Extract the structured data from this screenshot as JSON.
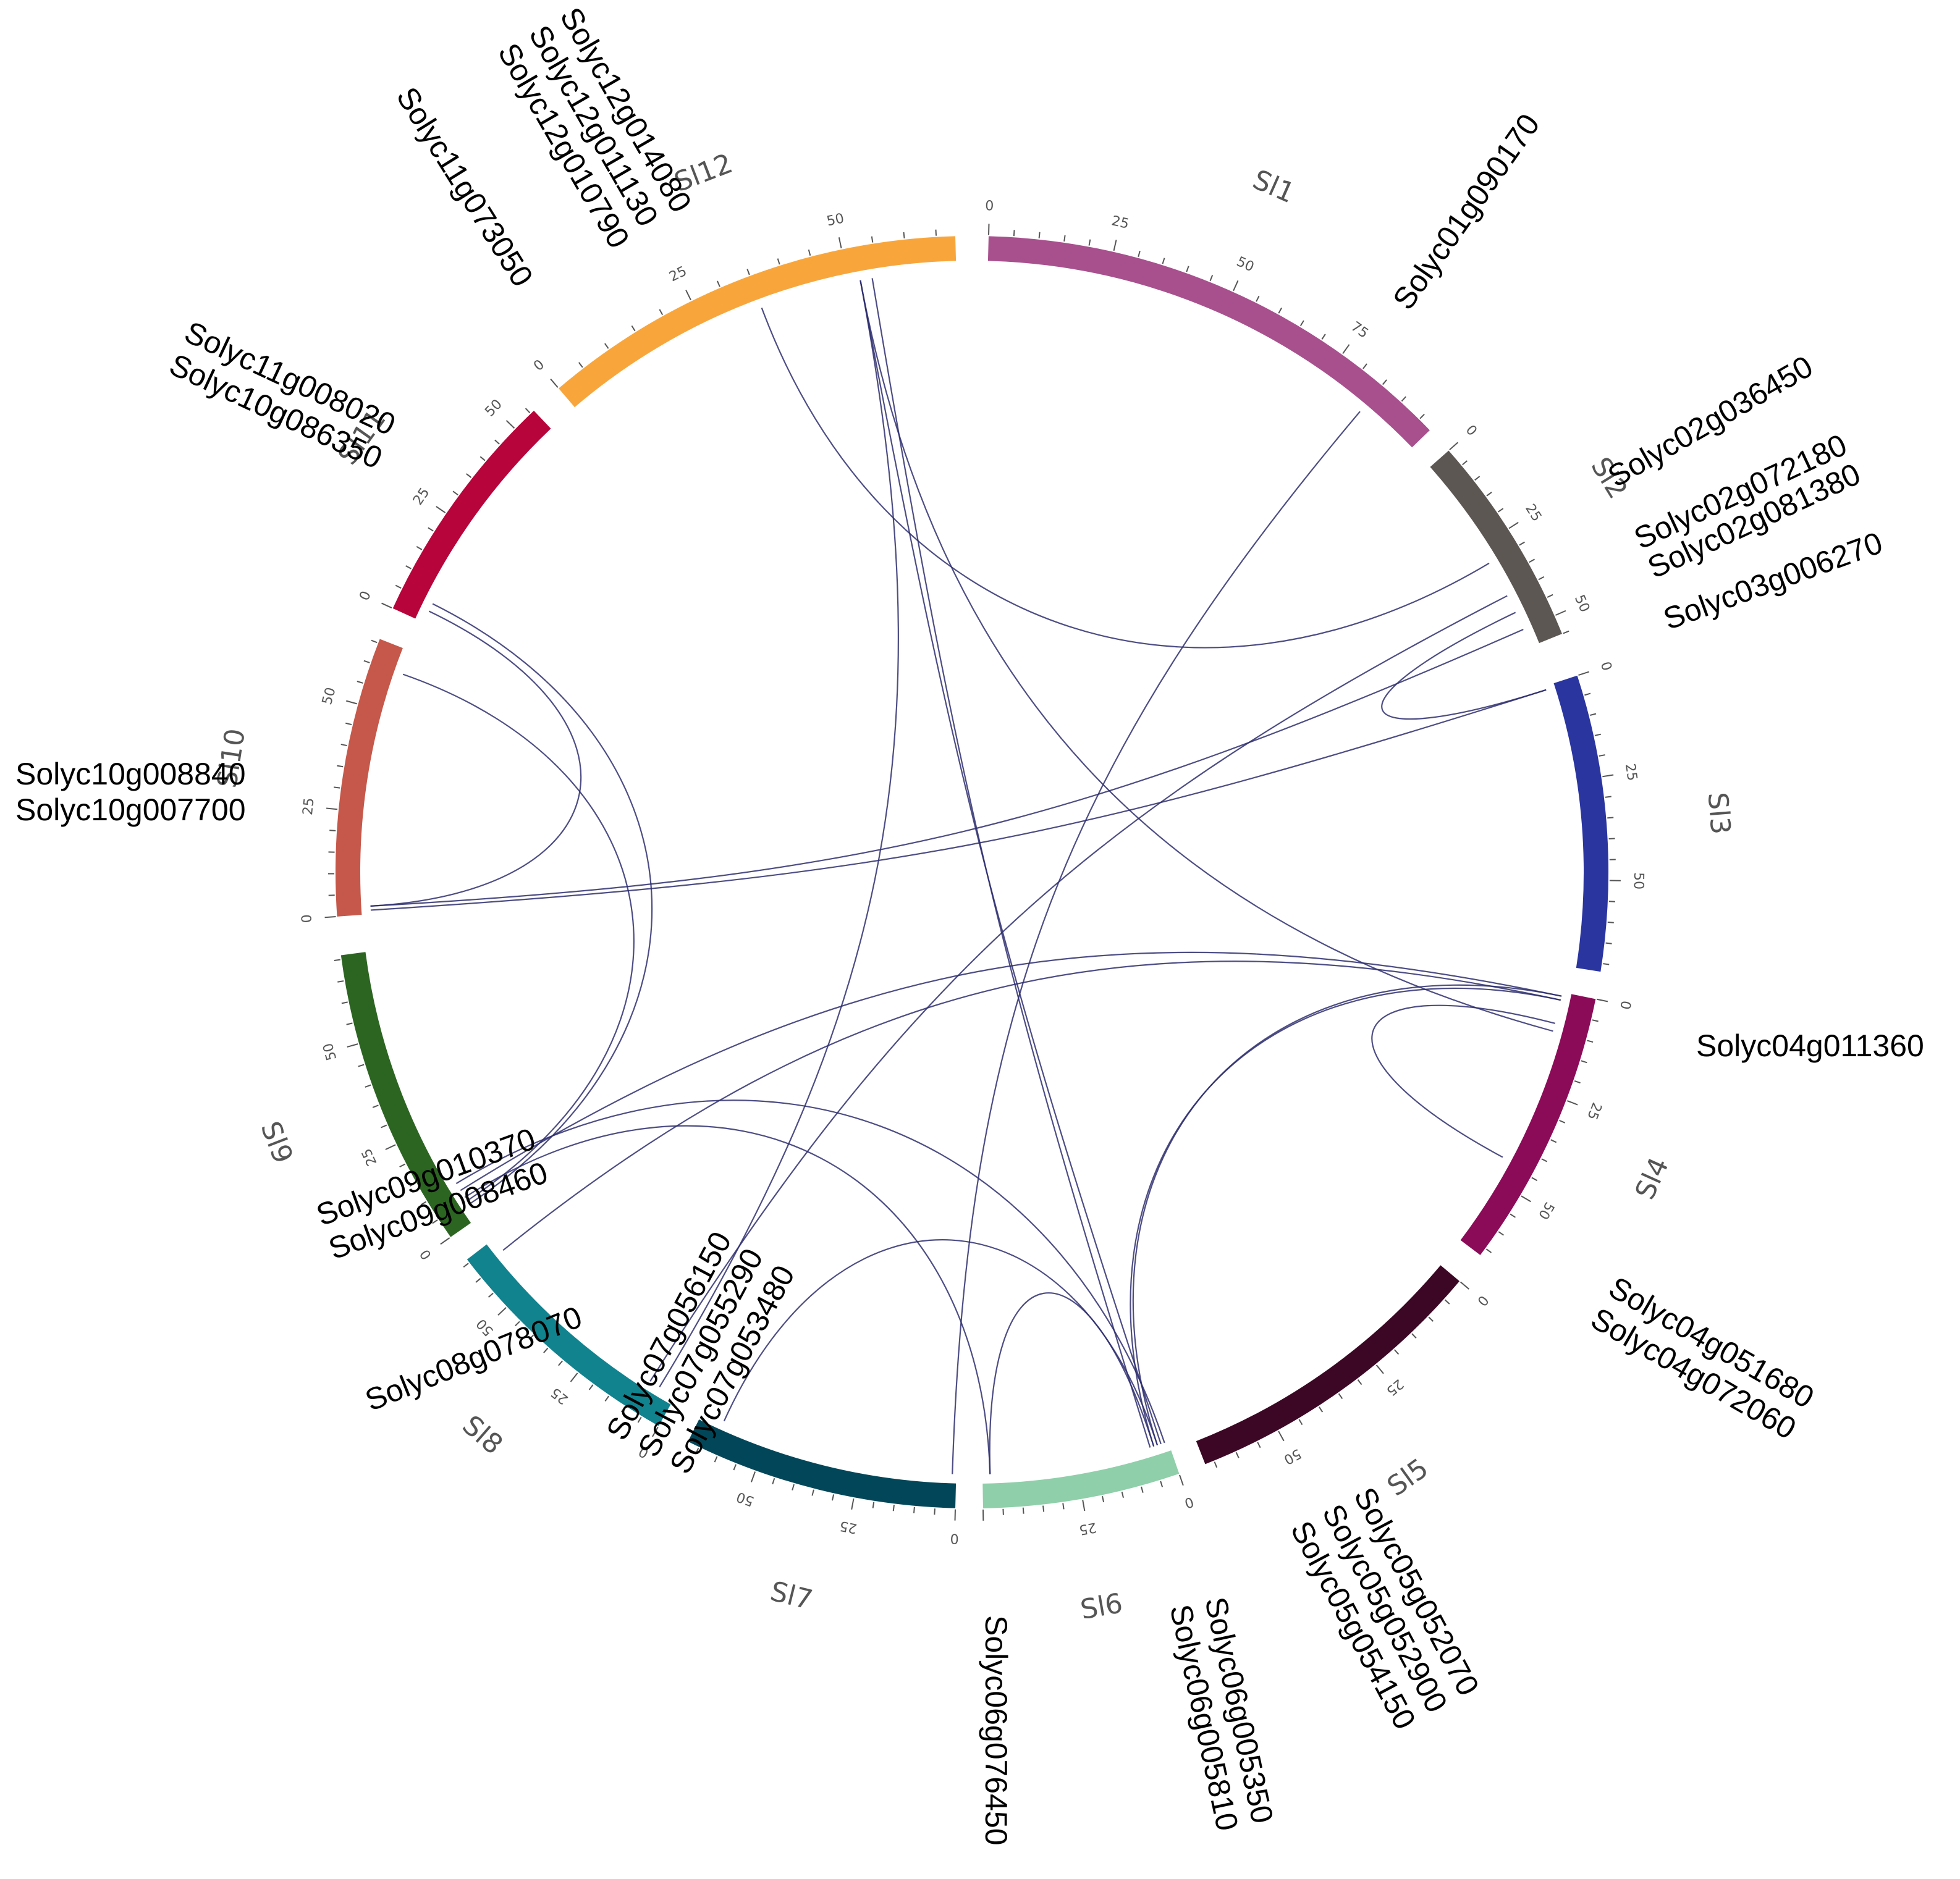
{
  "chart_data": {
    "type": "circos",
    "title": "",
    "chromosomes": [
      {
        "name": "Sl1",
        "length": 98,
        "color": "#a8508e",
        "ticks": [
          0,
          25,
          50,
          75
        ]
      },
      {
        "name": "Sl2",
        "length": 55,
        "color": "#5c5752",
        "ticks": [
          0,
          25,
          50
        ]
      },
      {
        "name": "Sl3",
        "length": 72,
        "color": "#2a35a0",
        "ticks": [
          0,
          25,
          50
        ]
      },
      {
        "name": "Sl4",
        "length": 67,
        "color": "#8c0b59",
        "ticks": [
          0,
          25,
          50
        ]
      },
      {
        "name": "Sl5",
        "length": 67,
        "color": "#3c0724",
        "ticks": [
          0,
          25,
          50
        ]
      },
      {
        "name": "Sl6",
        "length": 50,
        "color": "#8fcfaa",
        "ticks": [
          0,
          25
        ]
      },
      {
        "name": "Sl7",
        "length": 68,
        "color": "#024759",
        "ticks": [
          0,
          25,
          50
        ]
      },
      {
        "name": "Sl8",
        "length": 66,
        "color": "#11838f",
        "ticks": [
          0,
          25,
          50
        ]
      },
      {
        "name": "Sl9",
        "length": 71,
        "color": "#2c6522",
        "ticks": [
          0,
          25,
          50
        ]
      },
      {
        "name": "Sl10",
        "length": 66,
        "color": "#c5584a",
        "ticks": [
          0,
          25,
          50
        ]
      },
      {
        "name": "Sl11",
        "length": 56,
        "color": "#b7043a",
        "ticks": [
          0,
          25,
          50
        ]
      },
      {
        "name": "Sl12",
        "length": 68,
        "color": "#f8a63c",
        "ticks": [
          0,
          25,
          50
        ]
      }
    ],
    "gene_labels": [
      {
        "lines": [
          "Solyc01g090170"
        ]
      },
      {
        "lines": [
          "Solyc02g036450"
        ]
      },
      {
        "lines": [
          "Solyc02g072180",
          "Solyc02g081380"
        ]
      },
      {
        "lines": [
          "Solyc03g006270"
        ]
      },
      {
        "lines": [
          "Solyc04g011360"
        ]
      },
      {
        "lines": [
          "Solyc04g051680",
          "Solyc04g072060"
        ]
      },
      {
        "lines": [
          "Solyc05g052070",
          "Solyc05g052900",
          "Solyc05g054150"
        ]
      },
      {
        "lines": [
          "Solyc06g005350",
          "Solyc06g005810"
        ]
      },
      {
        "lines": [
          "Solyc06g076450"
        ]
      },
      {
        "lines": [
          "Solyc07g056150",
          "Solyc07g055290",
          "Solyc07g053480"
        ]
      },
      {
        "lines": [
          "Solyc08g078070"
        ]
      },
      {
        "lines": [
          "Solyc09g010370",
          "Solyc09g008460"
        ]
      },
      {
        "lines": [
          "Solyc10g008840",
          "Solyc10g007700"
        ]
      },
      {
        "lines": [
          "Solyc11g008020",
          "Solyc10g086350"
        ]
      },
      {
        "lines": [
          "Solyc11g073050"
        ]
      },
      {
        "lines": [
          "Solyc12g014080",
          "Solyc12g011130",
          "Solyc12g010790"
        ]
      }
    ],
    "links": [
      {
        "a": [
          "Sl1",
          85
        ],
        "b": [
          "Sl7",
          1
        ]
      },
      {
        "a": [
          "Sl2",
          30
        ],
        "b": [
          "Sl12",
          35
        ]
      },
      {
        "a": [
          "Sl2",
          40
        ],
        "b": [
          "Sl8",
          8
        ]
      },
      {
        "a": [
          "Sl2",
          45
        ],
        "b": [
          "Sl3",
          1
        ]
      },
      {
        "a": [
          "Sl2",
          50
        ],
        "b": [
          "Sl10",
          2
        ]
      },
      {
        "a": [
          "Sl3",
          1
        ],
        "b": [
          "Sl10",
          1
        ]
      },
      {
        "a": [
          "Sl4",
          1
        ],
        "b": [
          "Sl9",
          8
        ]
      },
      {
        "a": [
          "Sl4",
          1
        ],
        "b": [
          "Sl6",
          3
        ]
      },
      {
        "a": [
          "Sl4",
          2
        ],
        "b": [
          "Sl6",
          4
        ]
      },
      {
        "a": [
          "Sl4",
          8
        ],
        "b": [
          "Sl4",
          44
        ]
      },
      {
        "a": [
          "Sl6",
          2
        ],
        "b": [
          "Sl12",
          52
        ]
      },
      {
        "a": [
          "Sl6",
          1
        ],
        "b": [
          "Sl9",
          10
        ]
      },
      {
        "a": [
          "Sl6",
          3
        ],
        "b": [
          "Sl7",
          62
        ]
      },
      {
        "a": [
          "Sl6",
          5
        ],
        "b": [
          "Sl12",
          54
        ]
      },
      {
        "a": [
          "Sl6",
          48
        ],
        "b": [
          "Sl6",
          4
        ]
      },
      {
        "a": [
          "Sl6",
          48
        ],
        "b": [
          "Sl9",
          6
        ]
      },
      {
        "a": [
          "Sl8",
          5
        ],
        "b": [
          "Sl12",
          52
        ]
      },
      {
        "a": [
          "Sl8",
          62
        ],
        "b": [
          "Sl4",
          2
        ]
      },
      {
        "a": [
          "Sl9",
          5
        ],
        "b": [
          "Sl10",
          60
        ]
      },
      {
        "a": [
          "Sl9",
          4
        ],
        "b": [
          "Sl11",
          5
        ]
      },
      {
        "a": [
          "Sl10",
          2
        ],
        "b": [
          "Sl11",
          3
        ]
      },
      {
        "a": [
          "Sl12",
          52
        ],
        "b": [
          "Sl4",
          10
        ]
      }
    ]
  }
}
